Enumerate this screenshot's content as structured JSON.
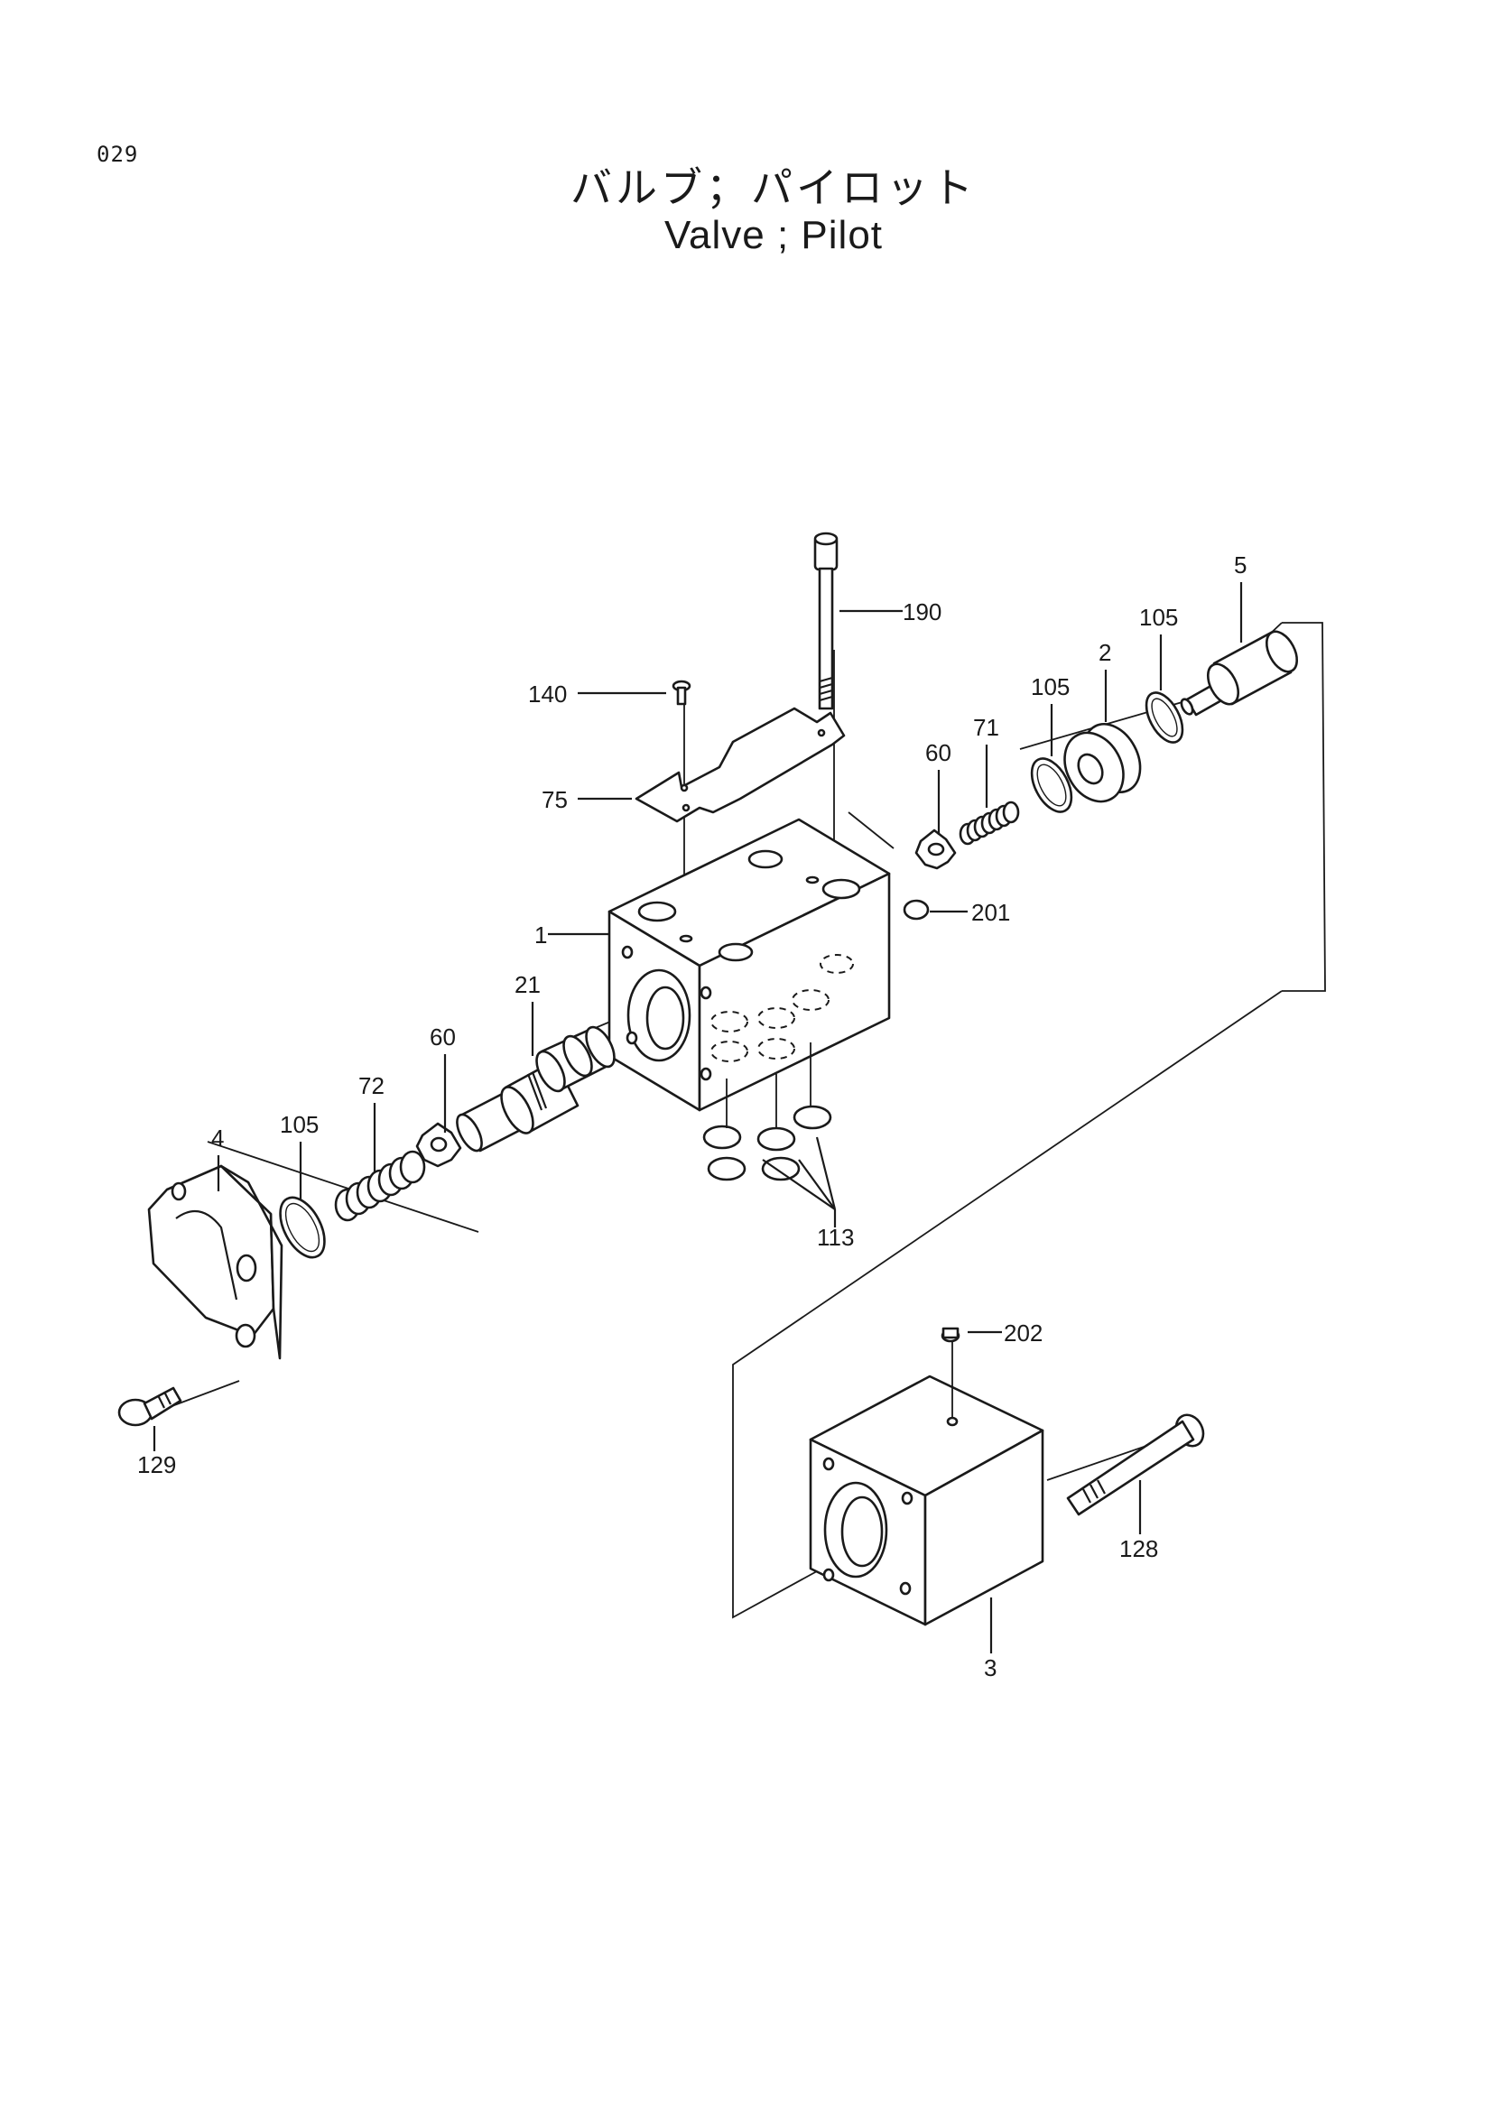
{
  "page_number": "029",
  "title_jp": "バルブ；パイロット",
  "title_en": "Valve ; Pilot",
  "callouts": {
    "c1": "1",
    "c2": "2",
    "c3": "3",
    "c4": "4",
    "c5": "5",
    "c21": "21",
    "c60a": "60",
    "c60b": "60",
    "c71": "71",
    "c72": "72",
    "c75": "75",
    "c105a": "105",
    "c105b": "105",
    "c105c": "105",
    "c113": "113",
    "c128": "128",
    "c129": "129",
    "c140": "140",
    "c190": "190",
    "c201": "201",
    "c202": "202"
  }
}
